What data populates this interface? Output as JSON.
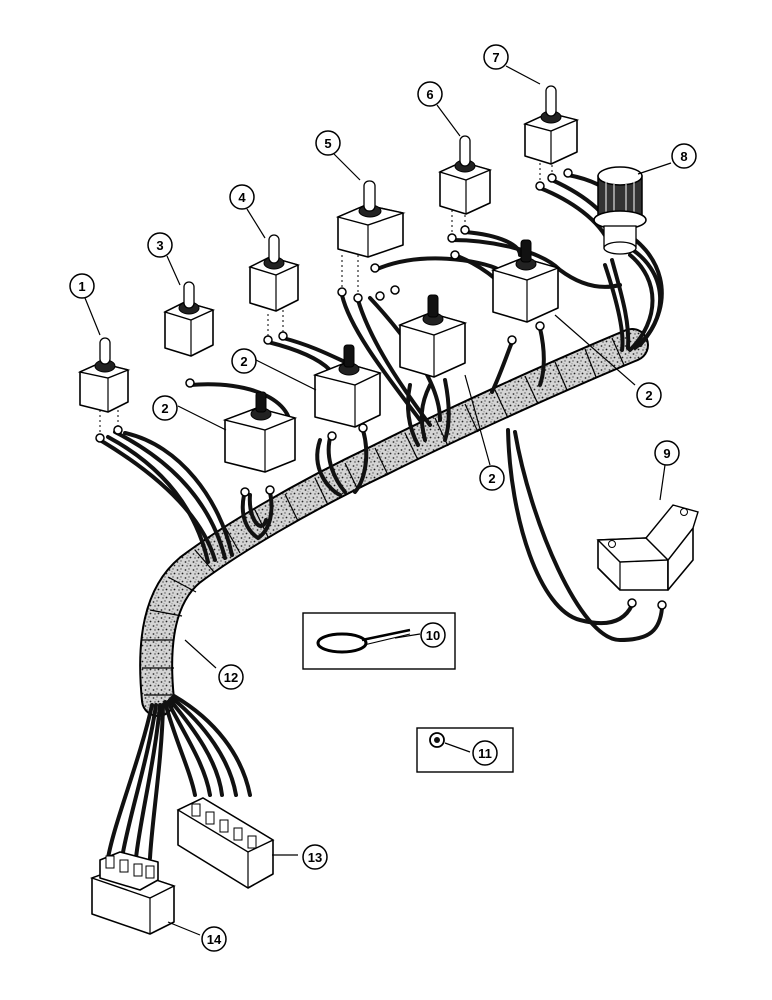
{
  "callouts": {
    "c1": "1",
    "c2": "2",
    "c3": "3",
    "c4": "4",
    "c5": "5",
    "c6": "6",
    "c7": "7",
    "c8": "8",
    "c9": "9",
    "c10": "10",
    "c11": "11",
    "c12": "12",
    "c13": "13",
    "c14": "14"
  },
  "colors": {
    "line": "#000000",
    "background": "#ffffff",
    "harness_wrap": "#bdbdbd"
  }
}
